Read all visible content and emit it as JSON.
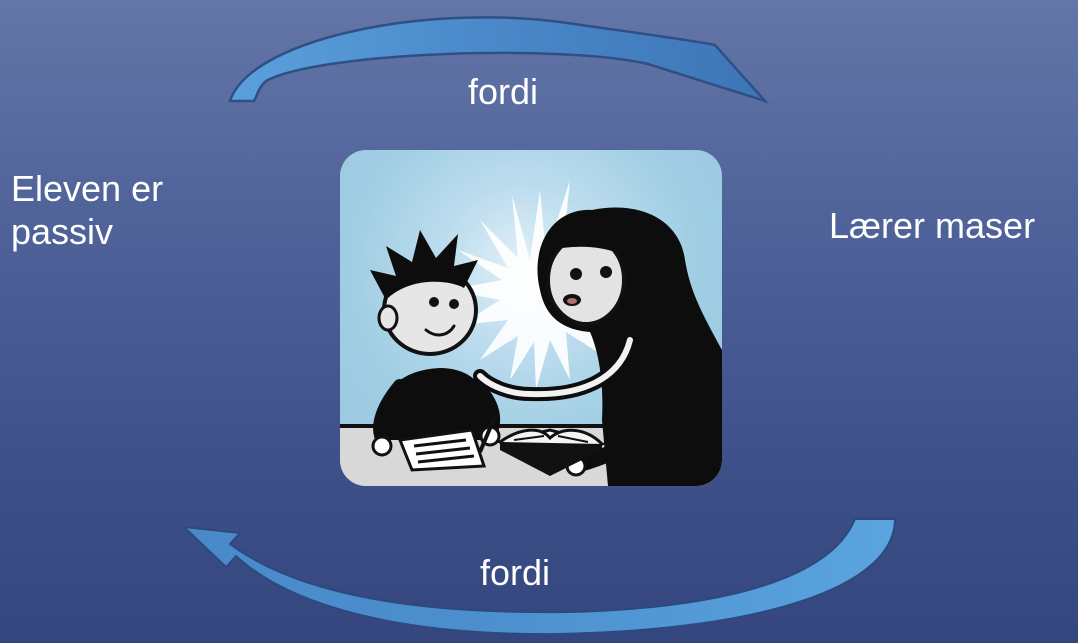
{
  "slide": {
    "top_connector_label": "fordi",
    "bottom_connector_label": "fordi",
    "left_statement": "Eleven er passiv",
    "right_statement": "Lærer maser"
  },
  "colors": {
    "background_top": "#6476a7",
    "background_bottom": "#34467d",
    "arrow_fill": "#4a8fd0",
    "text": "#ffffff"
  },
  "illustration": {
    "icon": "teacher-helping-student-icon"
  }
}
